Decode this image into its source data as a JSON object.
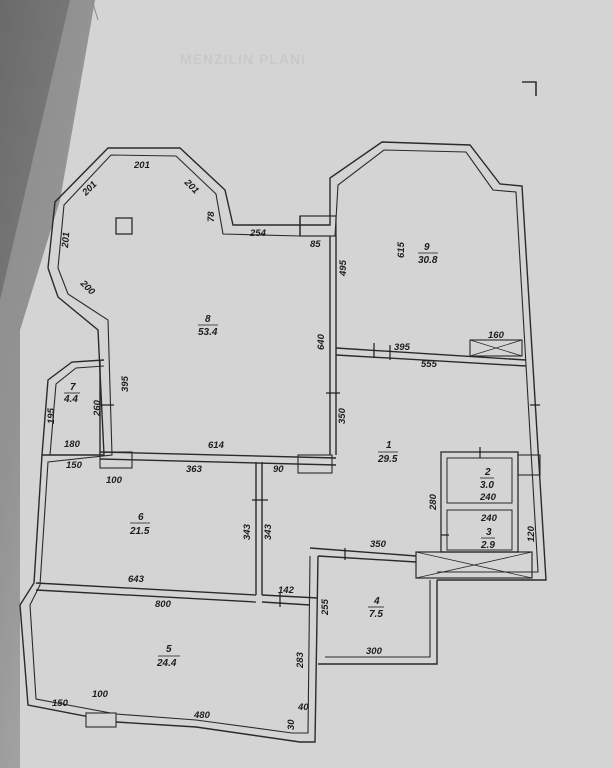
{
  "page_title": "MENZILIN PLANI",
  "rooms": [
    {
      "num": "1",
      "area": "29.5"
    },
    {
      "num": "2",
      "area": "3.0"
    },
    {
      "num": "3",
      "area": "2.9"
    },
    {
      "num": "4",
      "area": "7.5"
    },
    {
      "num": "5",
      "area": "24.4"
    },
    {
      "num": "6",
      "area": "21.5"
    },
    {
      "num": "7",
      "area": "4.4"
    },
    {
      "num": "8",
      "area": "53.4"
    },
    {
      "num": "9",
      "area": "30.8"
    }
  ],
  "dimensions": [
    "201",
    "201",
    "201",
    "201",
    "78",
    "254",
    "85",
    "615",
    "495",
    "200",
    "640",
    "160",
    "395",
    "555",
    "395",
    "260",
    "195",
    "180",
    "350",
    "614",
    "150",
    "363",
    "90",
    "100",
    "280",
    "240",
    "240",
    "120",
    "343",
    "343",
    "350",
    "643",
    "142",
    "255",
    "800",
    "283",
    "300",
    "150",
    "100",
    "480",
    "40",
    "30"
  ]
}
